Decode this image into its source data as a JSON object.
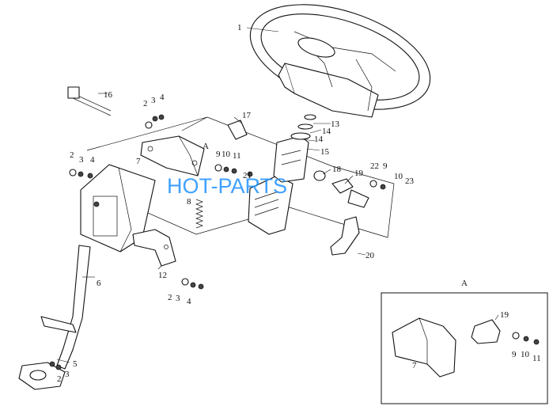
{
  "watermark": "HOT-PARTS",
  "inset": {
    "title": "A"
  },
  "callouts": {
    "c1": "1",
    "c2a": "2",
    "c3a": "3",
    "c4a": "4",
    "c16": "16",
    "c17": "17",
    "cA": "A",
    "c9a": "9",
    "c10a": "10",
    "c11a": "11",
    "c13": "13",
    "c14a": "14",
    "c14b": "14",
    "c15": "15",
    "c7a": "7",
    "c2b": "2",
    "c3b": "3",
    "c4b": "4",
    "c21": "21",
    "c18": "18",
    "c19a": "19",
    "c22": "22",
    "c9b": "9",
    "c10b": "10",
    "c23": "23",
    "c8": "8",
    "c20": "20",
    "c12": "12",
    "c6": "6",
    "c2c": "2",
    "c3c": "3",
    "c4c": "4",
    "c5": "5",
    "c3d": "3",
    "c2d": "2",
    "c19b": "19",
    "c7b": "7",
    "c9c": "9",
    "c10c": "10",
    "c11b": "11"
  }
}
